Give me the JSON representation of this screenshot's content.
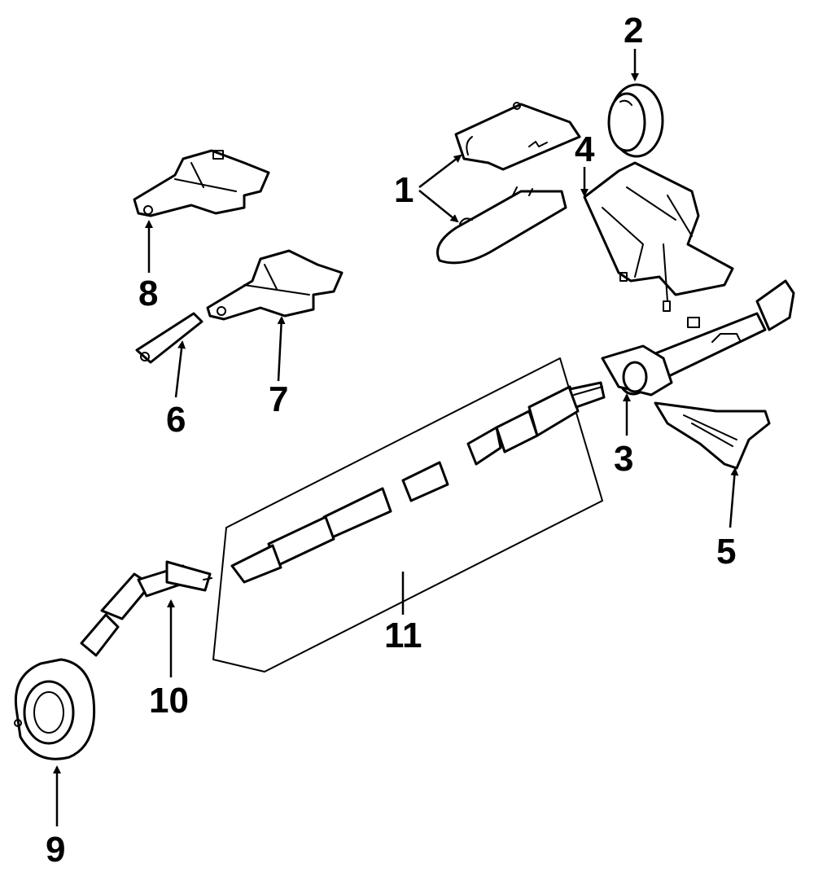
{
  "diagram": {
    "type": "exploded-parts-diagram",
    "callouts": [
      {
        "id": "1",
        "label": "1"
      },
      {
        "id": "2",
        "label": "2"
      },
      {
        "id": "3",
        "label": "3"
      },
      {
        "id": "4",
        "label": "4"
      },
      {
        "id": "5",
        "label": "5"
      },
      {
        "id": "6",
        "label": "6"
      },
      {
        "id": "7",
        "label": "7"
      },
      {
        "id": "8",
        "label": "8"
      },
      {
        "id": "9",
        "label": "9"
      },
      {
        "id": "10",
        "label": "10"
      },
      {
        "id": "11",
        "label": "11"
      }
    ],
    "colors": {
      "line": "#000000",
      "background": "#ffffff"
    }
  }
}
